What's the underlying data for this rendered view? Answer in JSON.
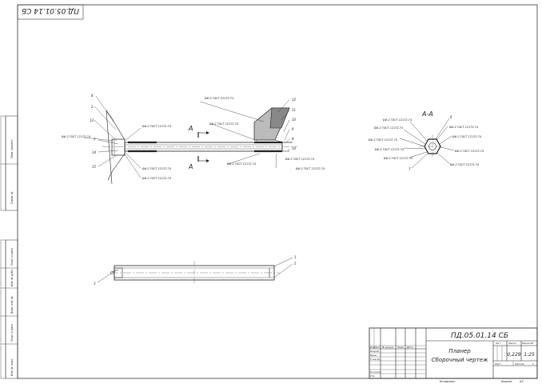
{
  "sheet": {
    "rotated_code": "ПД.05.01.14 СБ",
    "weld_label": "БФ-2 ГОСТ 12172-74",
    "section_label": "А-А",
    "section_mark": "А"
  },
  "left_margin": {
    "upper": [
      "Перв. примен.",
      "Справ. №"
    ],
    "lower": [
      "Подп. и дата",
      "Инв. № дубл.",
      "Взам. инв. №",
      "Подп. и дата",
      "Инв. № подл."
    ]
  },
  "callouts": {
    "main_view": [
      "8",
      "2",
      "13",
      "7",
      "14",
      "15",
      "12",
      "11",
      "10",
      "9",
      "4",
      "10"
    ],
    "section": [
      "6",
      "7"
    ],
    "lower_view": [
      "1",
      "5",
      "3"
    ]
  },
  "title_block": {
    "code": "ПД.05.01.14 СБ",
    "name_line1": "Планер",
    "name_line2": "Сборочный чертеж",
    "rev_headers": [
      "Изм.",
      "Лист",
      "№ докум.",
      "Подп.",
      "Дата"
    ],
    "role_labels": [
      "Разраб.",
      "Пров.",
      "Т.контр.",
      "Н.контр.",
      "Утв."
    ],
    "col_headers": [
      "Лит.",
      "Масса",
      "Масштаб"
    ],
    "mass": "0,229",
    "scale": "1:25",
    "sheet_label": "Лист",
    "sheets_label": "Листов",
    "sheets_count": "1",
    "copied": "Копировал",
    "format_label": "Формат",
    "format": "А3"
  }
}
